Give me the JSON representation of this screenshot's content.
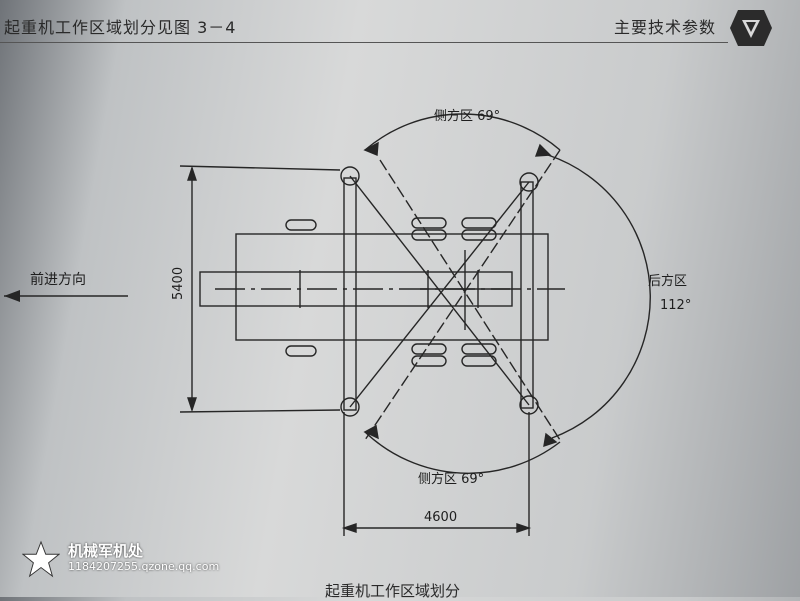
{
  "header": {
    "left_text": "起重机工作区域划分见图 3－4",
    "right_text": "主要技术参数"
  },
  "diagram": {
    "labels": {
      "side_zone_top": "侧方区 69°",
      "side_zone_bottom": "侧方区 69°",
      "rear_zone": "后方区",
      "rear_angle": "112°",
      "forward_direction": "前进方向"
    },
    "dimensions": {
      "outrigger_span_vertical": "5400",
      "outrigger_span_horizontal": "4600"
    }
  },
  "watermark": {
    "name": "机械军机处",
    "url": "1184207255.qzone.qq.com"
  },
  "caption": "起重机工作区域划分",
  "colors": {
    "line": "#262626",
    "paper": "#d4d5d5",
    "watermark_text": "#ffffff"
  }
}
